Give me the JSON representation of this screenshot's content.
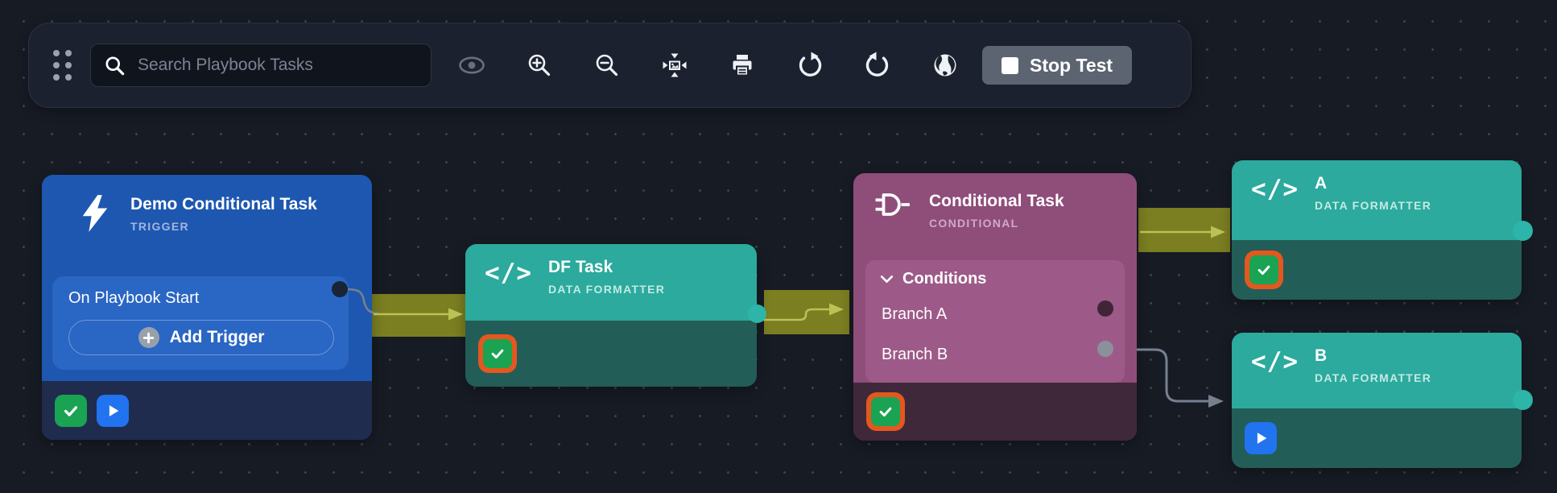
{
  "toolbar": {
    "search_placeholder": "Search Playbook Tasks",
    "stop_test_label": "Stop Test"
  },
  "canvas": {
    "nodes": {
      "trigger": {
        "title": "Demo Conditional Task",
        "type_label": "TRIGGER",
        "item_label": "On Playbook Start",
        "add_trigger_label": "Add Trigger"
      },
      "df_task": {
        "title": "DF Task",
        "type_label": "DATA FORMATTER"
      },
      "conditional": {
        "title": "Conditional Task",
        "type_label": "CONDITIONAL",
        "conditions_label": "Conditions",
        "branch_a_label": "Branch A",
        "branch_b_label": "Branch B"
      },
      "task_a": {
        "title": "A",
        "type_label": "DATA FORMATTER"
      },
      "task_b": {
        "title": "B",
        "type_label": "DATA FORMATTER"
      }
    }
  },
  "icons": {
    "code_glyph": "</>"
  },
  "colors": {
    "canvas_bg": "#171b24",
    "toolbar_bg": "#1b212e",
    "trigger_blue": "#1d57b0",
    "trigger_panel_blue": "#2a66c3",
    "data_formatter_teal": "#2baa9d",
    "data_formatter_footer": "#235d58",
    "conditional_mauve": "#8f4d7a",
    "conditional_footer": "#3f2839",
    "execution_path_olive": "#7b7e21",
    "execution_arrow": "#b9c254",
    "wire_gray": "#76808f",
    "success_green": "#1aa352",
    "active_ring_orange": "#e4571e",
    "play_blue": "#2173f0",
    "stop_button_gray": "#5c6472"
  }
}
